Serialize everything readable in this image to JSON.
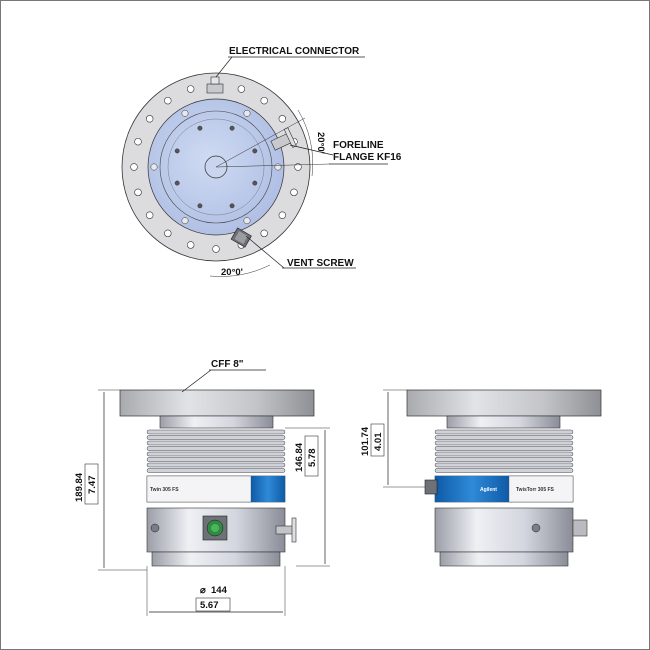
{
  "top_view": {
    "electrical_connector": "ELECTRICAL CONNECTOR",
    "foreline_line1": "FORELINE",
    "foreline_line2": "FLANGE KF16",
    "angle_right": "20°0'",
    "angle_bottom": "20°0'",
    "vent_screw": "VENT SCREW"
  },
  "front_view": {
    "flange_label": "CFF 8\"",
    "height_mm": "189.84",
    "height_in": "7.47",
    "body_height_mm": "146.84",
    "body_height_in": "5.78",
    "diameter_symbol": "⌀",
    "diameter_mm": "144",
    "diameter_in": "5.67",
    "label_fragment": "Twin 305 FS"
  },
  "side_view": {
    "offset_mm": "101.74",
    "offset_in": "4.01",
    "brand": "Agilent",
    "product_label": "TwisTorr 305 FS"
  },
  "colors": {
    "flange": "#c9cacd",
    "body": "#dadce2",
    "disk_blue": "#bccbea",
    "label_blue": "#1b78c9",
    "line": "#222222"
  }
}
